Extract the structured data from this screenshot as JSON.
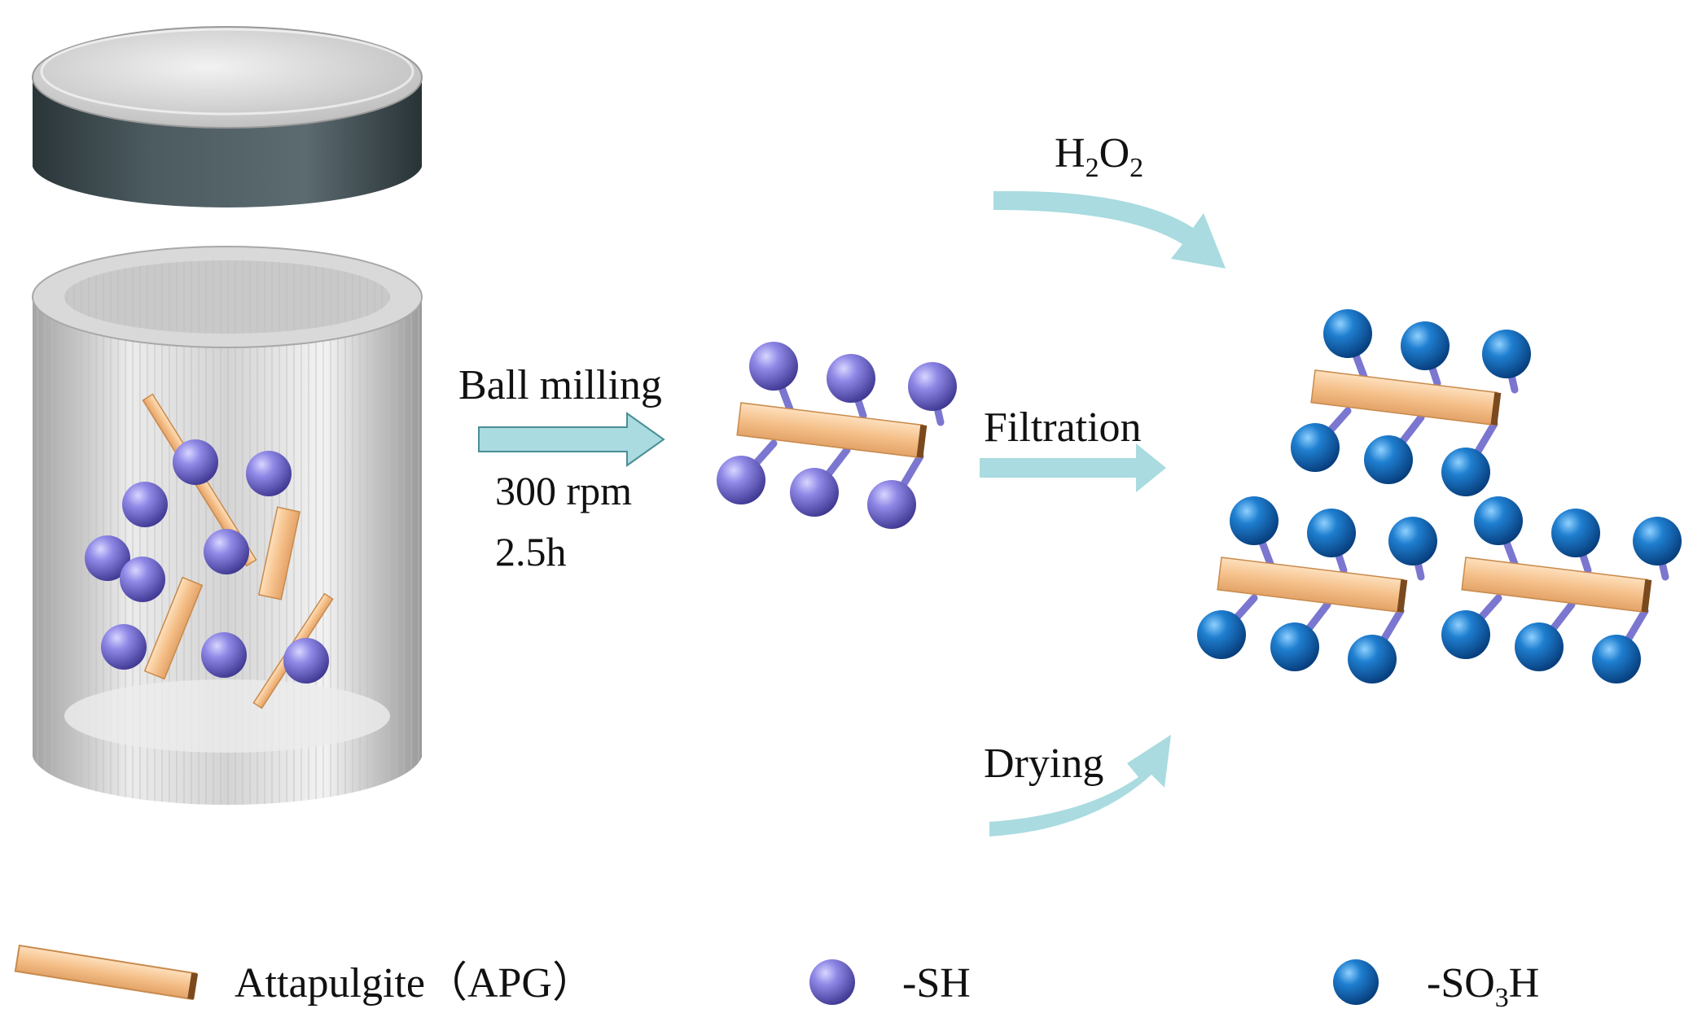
{
  "labels": {
    "ball_milling": "Ball milling",
    "rpm": "300 rpm",
    "time": "2.5h",
    "h2o2_h": "H",
    "h2o2_sub1": "2",
    "h2o2_o": "O",
    "h2o2_sub2": "2",
    "filtration": "Filtration",
    "drying": "Drying"
  },
  "legend": {
    "apg": "Attapulgite（APG）",
    "sh": "-SH",
    "so3h_prefix": "-SO",
    "so3h_sub": "3",
    "so3h_suffix": "H"
  },
  "colors": {
    "sh_sphere": "#7a72d8",
    "so3h_sphere": "#1f78c8",
    "apg_bar": "#f5c08a",
    "arrow": "#a9dbe0",
    "lid": "#3a4a4f"
  }
}
